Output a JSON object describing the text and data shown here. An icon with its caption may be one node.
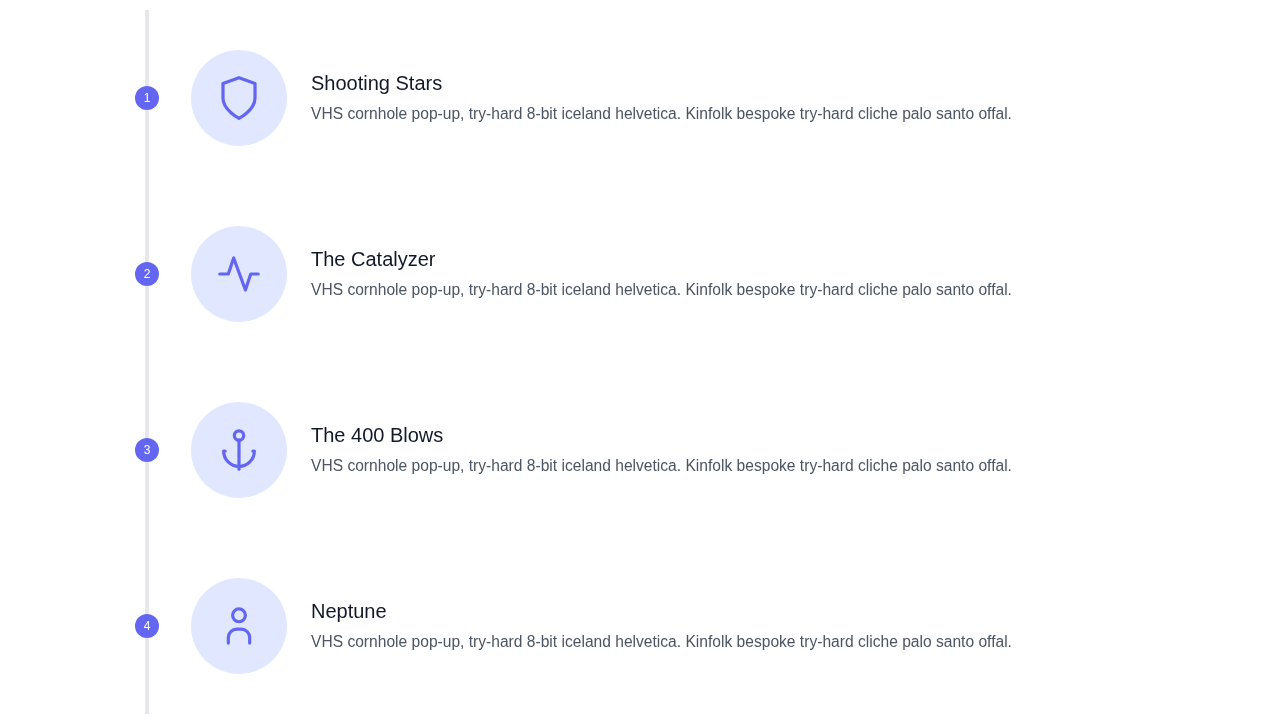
{
  "diagram": {
    "nodes": [
      {
        "text": [
          "1"
        ]
      },
      {
        "text": [],
        "shape": "circle",
        "beside": [
          "Shooting Stars",
          "VHS cornhole pop-up, try-hard 8-bit iceland helvetica. Kinfolk bespoke try-hard cliche palo santo offal."
        ]
      },
      {
        "text": [
          "2"
        ]
      },
      {
        "text": [],
        "shape": "circle",
        "beside": [
          "The Catalyzer",
          "VHS cornhole pop-up, try-hard 8-bit iceland helvetica. Kinfolk bespoke try-hard cliche palo santo offal."
        ]
      },
      {
        "text": [
          "3"
        ]
      },
      {
        "text": [],
        "shape": "circle",
        "beside": [
          "The 400 Blows",
          "VHS cornhole pop-up, try-hard 8-bit iceland helvetica. Kinfolk bespoke try-hard cliche palo santo offal."
        ]
      },
      {
        "text": [
          "4"
        ]
      },
      {
        "text": [],
        "shape": "circle",
        "beside": [
          "Neptune",
          "VHS cornhole pop-up, try-hard 8-bit iceland helvetica. Kinfolk bespoke try-hard cliche palo santo offal."
        ]
      }
    ],
    "edges": [
      {
        "from": 0,
        "to": 2,
        "arrow": "none"
      },
      {
        "from": 2,
        "to": 4,
        "arrow": "none"
      },
      {
        "from": 4,
        "to": 6,
        "arrow": "none"
      }
    ]
  }
}
